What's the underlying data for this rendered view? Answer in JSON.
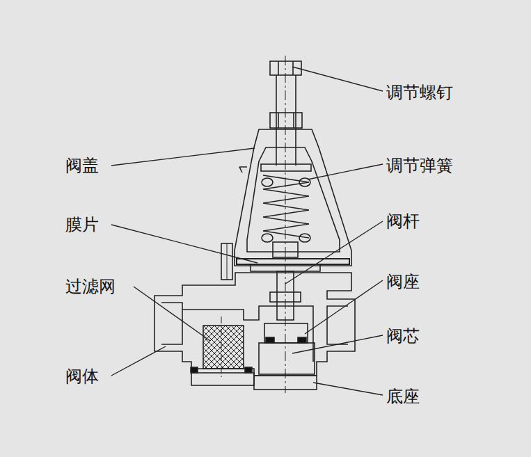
{
  "diagram": {
    "labels": [
      "调节螺钉",
      "阀盖",
      "调节弹簧",
      "膜片",
      "阀杆",
      "过滤网",
      "阀座",
      "阀芯",
      "阀体",
      "底座"
    ]
  }
}
